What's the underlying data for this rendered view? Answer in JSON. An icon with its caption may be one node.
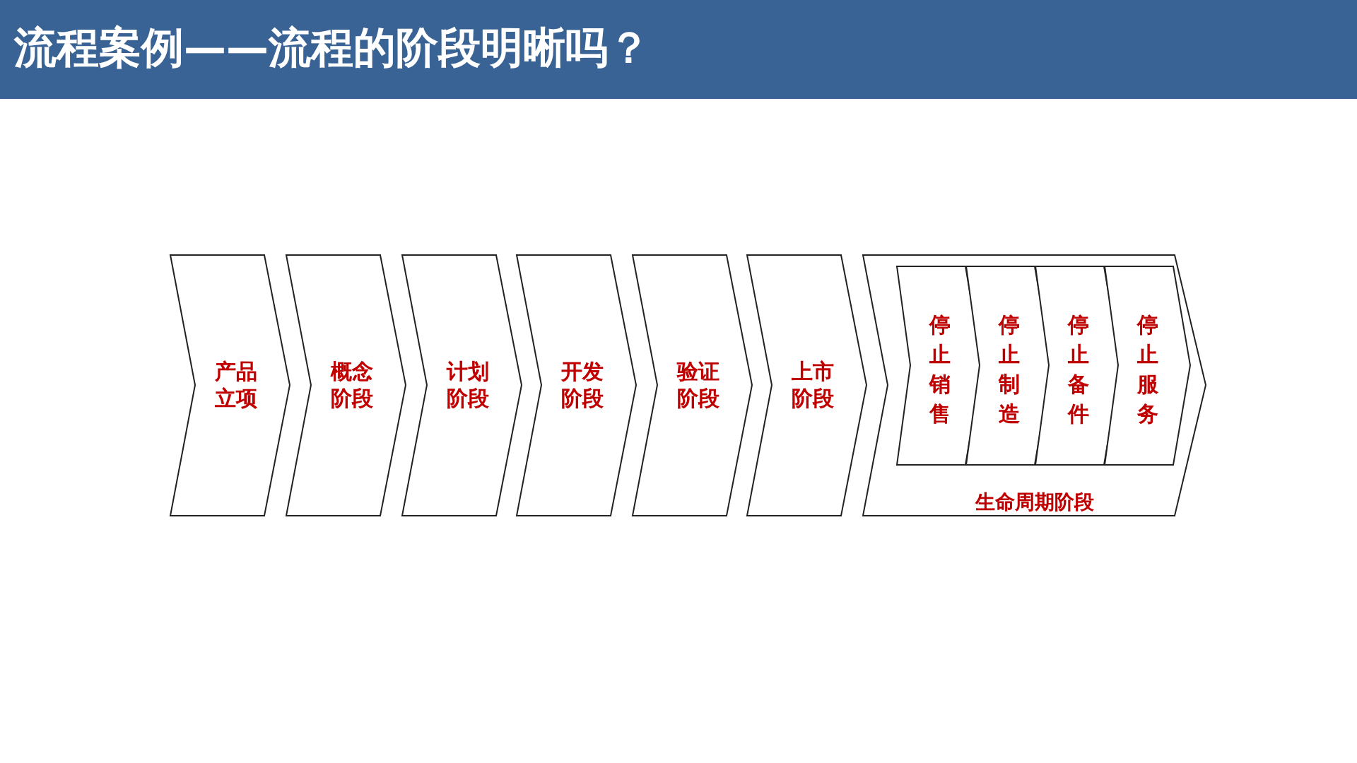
{
  "diagram": {
    "title": "流程案例——流程的阶段明晰吗？",
    "nodes": [
      {
        "text": [
          "产品立项"
        ]
      },
      {
        "text": [
          "概念阶段"
        ]
      },
      {
        "text": [
          "计划阶段"
        ]
      },
      {
        "text": [
          "开发阶段"
        ]
      },
      {
        "text": [
          "验证阶段"
        ]
      },
      {
        "text": [
          "上市阶段"
        ]
      },
      {
        "text": [
          "生命周期阶段"
        ]
      },
      {
        "text": [
          "停止销售"
        ],
        "in": 6
      },
      {
        "text": [
          "停止制造"
        ],
        "in": 6
      },
      {
        "text": [
          "停止备件"
        ],
        "in": 6
      },
      {
        "text": [
          "停止服务"
        ],
        "in": 6
      }
    ],
    "edges": []
  }
}
